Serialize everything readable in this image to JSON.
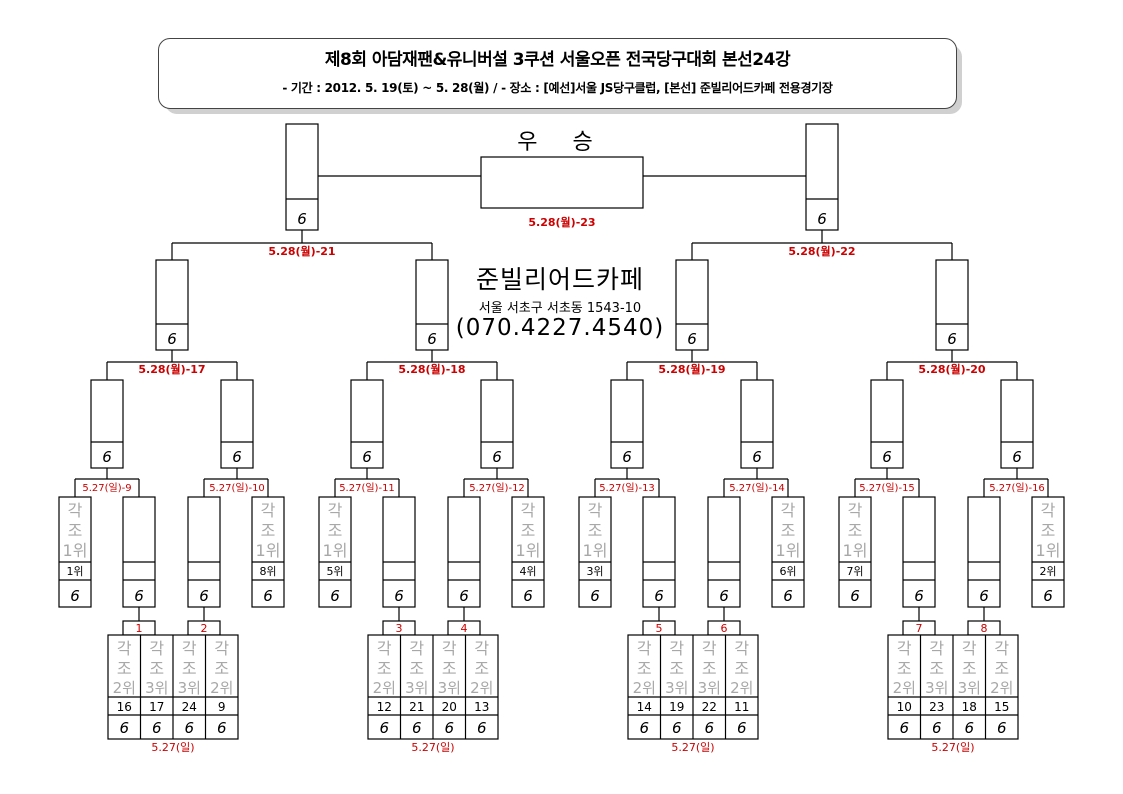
{
  "title": {
    "main": "제8회 아담재팬&유니버설 3쿠션 서울오픈 전국당구대회 본선24강",
    "sub": "- 기간 : 2012. 5. 19(토) ~ 5. 28(월)  /  - 장소 : [예선]서울 JS당구클럽, [본선] 준빌리어드카페 전용경기장"
  },
  "champion_label": "우 승",
  "venue": {
    "name": "준빌리어드카페",
    "address": "서울 서초구 서초동 1543-10",
    "phone": "(070.4227.4540)"
  },
  "score_mark": "6",
  "final_match": "5.28(월)-23",
  "semi_matches": [
    "5.28(월)-21",
    "5.28(월)-22"
  ],
  "quarter_matches": [
    "5.28(월)-17",
    "5.28(월)-18",
    "5.28(월)-19",
    "5.28(월)-20"
  ],
  "r16_matches": [
    "5.27(일)-9",
    "5.27(일)-10",
    "5.27(일)-11",
    "5.27(일)-12",
    "5.27(일)-13",
    "5.27(일)-14",
    "5.27(일)-15",
    "5.27(일)-16"
  ],
  "seed_label": [
    "각",
    "조",
    "1위"
  ],
  "seed_places": [
    "1위",
    "8위",
    "5위",
    "4위",
    "3위",
    "6위",
    "7위",
    "2위"
  ],
  "r24_match_numbers": [
    "1",
    "2",
    "3",
    "4",
    "5",
    "6",
    "7",
    "8"
  ],
  "group_label_2nd": [
    "각",
    "조",
    "2위"
  ],
  "group_label_3rd": [
    "각",
    "조",
    "3위"
  ],
  "groups": [
    {
      "date": "5.27(일)",
      "slots": [
        {
          "label": "2위",
          "num": "16"
        },
        {
          "label": "3위",
          "num": "17"
        },
        {
          "label": "3위",
          "num": "24"
        },
        {
          "label": "2위",
          "num": "9"
        }
      ]
    },
    {
      "date": "5.27(일)",
      "slots": [
        {
          "label": "2위",
          "num": "12"
        },
        {
          "label": "3위",
          "num": "21"
        },
        {
          "label": "3위",
          "num": "20"
        },
        {
          "label": "2위",
          "num": "13"
        }
      ]
    },
    {
      "date": "5.27(일)",
      "slots": [
        {
          "label": "2위",
          "num": "14"
        },
        {
          "label": "3위",
          "num": "19"
        },
        {
          "label": "3위",
          "num": "22"
        },
        {
          "label": "2위",
          "num": "11"
        }
      ]
    },
    {
      "date": "5.27(일)",
      "slots": [
        {
          "label": "2위",
          "num": "10"
        },
        {
          "label": "3위",
          "num": "23"
        },
        {
          "label": "3위",
          "num": "18"
        },
        {
          "label": "2위",
          "num": "15"
        }
      ]
    }
  ]
}
